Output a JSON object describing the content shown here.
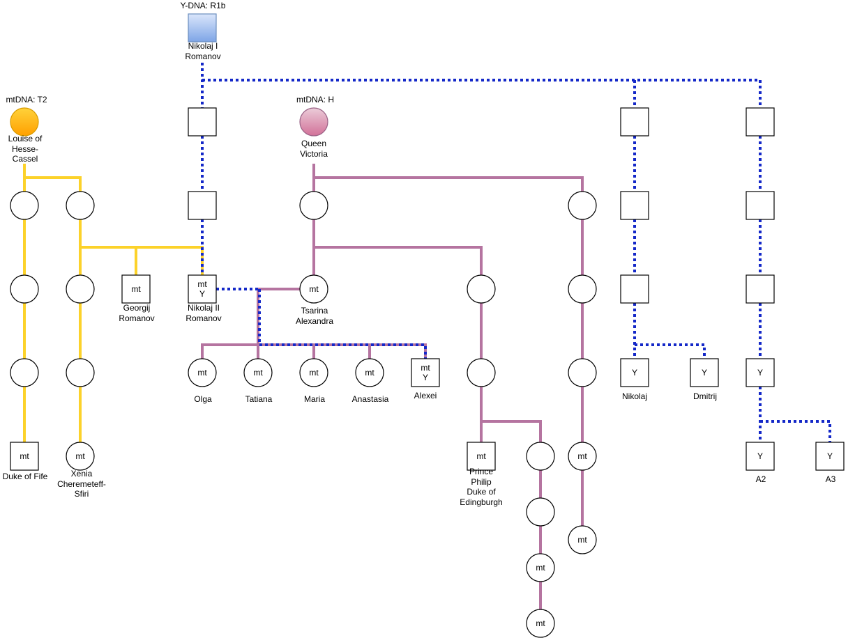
{
  "colors": {
    "yellow_line": "#fcd22a",
    "pink_line": "#b574a0",
    "blue_dotted": "#1428c8",
    "ydna_fill": "#8fb2ea",
    "t2_fill": "#ffb000",
    "h_fill": "#d67fa6"
  },
  "haplogroups": {
    "ydna": "Y-DNA: R1b",
    "mtdna_t2": "mtDNA: T2",
    "mtdna_h": "mtDNA: H"
  },
  "people": {
    "nikolaj_i": "Nikolaj I\nRomanov",
    "louise": "Louise of\nHesse-\nCassel",
    "victoria": "Queen\nVictoria",
    "georgij": "Georgij\nRomanov",
    "nikolaj_ii": "Nikolaj II\nRomanov",
    "alexandra": "Tsarina\nAlexandra",
    "olga": "Olga",
    "tatiana": "Tatiana",
    "maria": "Maria",
    "anastasia": "Anastasia",
    "alexei": "Alexei",
    "nikolaj": "Nikolaj",
    "dmitrij": "Dmitrij",
    "duke_fife": "Duke of Fife",
    "xenia": "Xenia\nCheremeteff-\nSfiri",
    "philip": "Prince\nPhilip\nDuke of\nEdingburgh",
    "a2": "A2",
    "a3": "A3"
  },
  "markers": {
    "mt": "mt",
    "y": "Y",
    "mt_y": "mt\nY"
  }
}
